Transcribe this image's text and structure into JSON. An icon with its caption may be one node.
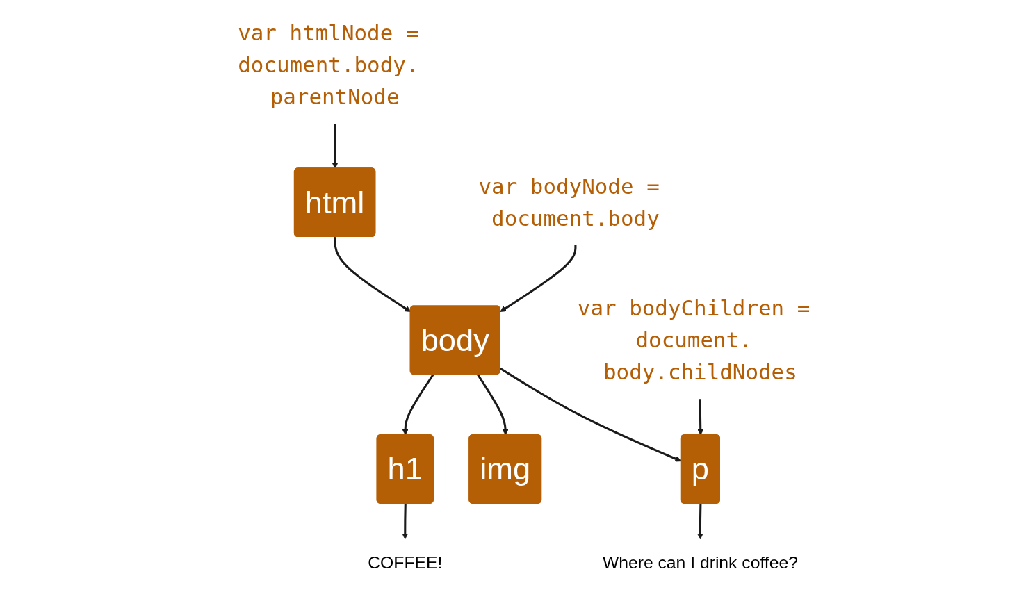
{
  "diagram": {
    "nodes": [
      {
        "text": [
          "html"
        ]
      },
      {
        "text": [
          "body"
        ]
      },
      {
        "text": [
          "h1"
        ]
      },
      {
        "text": [
          "img"
        ]
      },
      {
        "text": [
          "p"
        ]
      },
      {
        "text": [
          "COFFEE!"
        ]
      },
      {
        "text": [
          "Where can I drink coffee?"
        ]
      },
      {
        "text": [
          "var htmlNode = document.body. parentNode"
        ]
      },
      {
        "text": [
          "var bodyNode = document.body"
        ]
      },
      {
        "text": [
          "var bodyChildren = document. body.childNodes"
        ]
      }
    ],
    "edges": [
      {
        "from": 0,
        "to": 1,
        "arrow": "to"
      },
      {
        "from": 1,
        "to": 2,
        "arrow": "to"
      },
      {
        "from": 1,
        "to": 3,
        "arrow": "to"
      },
      {
        "from": 1,
        "to": 4,
        "arrow": "to"
      },
      {
        "from": 2,
        "to": 5,
        "arrow": "to"
      },
      {
        "from": 4,
        "to": 6,
        "arrow": "to"
      },
      {
        "from": 7,
        "to": 0,
        "arrow": "to"
      },
      {
        "from": 8,
        "to": 1,
        "arrow": "to"
      },
      {
        "from": 9,
        "to": 4,
        "arrow": "to"
      }
    ]
  }
}
